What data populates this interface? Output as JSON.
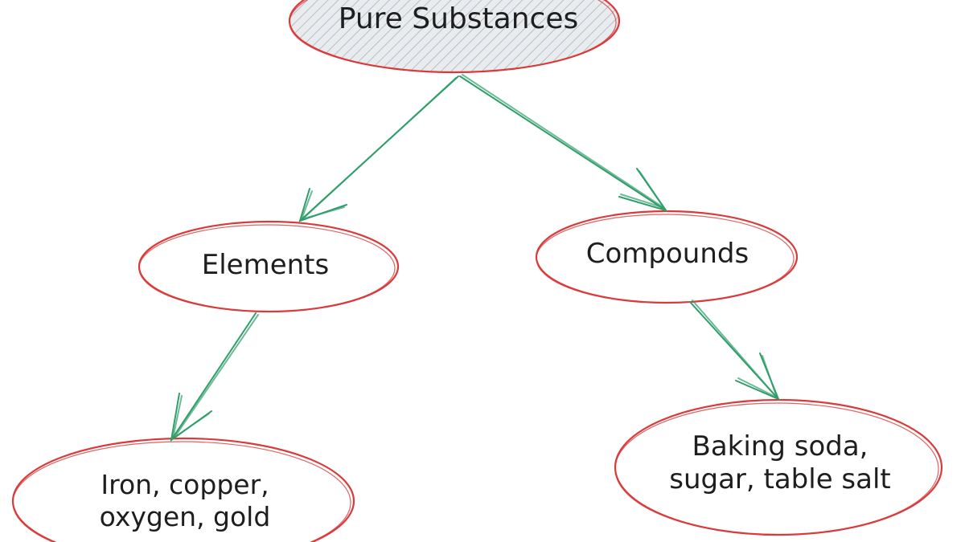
{
  "diagram": {
    "colors": {
      "node_stroke": "#d93b3b",
      "edge_stroke": "#2f9e6a",
      "root_fill": "#e9ecef",
      "text": "#1e1e1e"
    },
    "nodes": {
      "root": {
        "label": "Pure Substances"
      },
      "elements": {
        "label": "Elements"
      },
      "compounds": {
        "label": "Compounds"
      },
      "elements_examples": {
        "line1": "Iron, copper,",
        "line2": "oxygen, gold"
      },
      "compounds_examples": {
        "line1": "Baking soda,",
        "line2": "sugar, table salt"
      }
    },
    "edges": [
      {
        "from": "Pure Substances",
        "to": "Elements"
      },
      {
        "from": "Pure Substances",
        "to": "Compounds"
      },
      {
        "from": "Elements",
        "to": "Iron, copper, oxygen, gold"
      },
      {
        "from": "Compounds",
        "to": "Baking soda, sugar, table salt"
      }
    ]
  }
}
